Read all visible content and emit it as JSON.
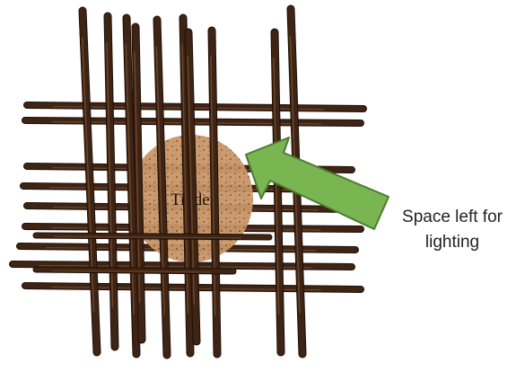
{
  "figure": {
    "center_label": "Tinder",
    "callout_line1": "Space left for",
    "callout_line2": "lighting"
  },
  "colors": {
    "stick": "#3e2414",
    "stick_highlight": "#6b4428",
    "stick_outline": "#1e0f07",
    "tinder": "#c9976a",
    "tinder_speckle": "#8a5a36",
    "arrow_fill": "#79b652",
    "arrow_stroke": "#4d7b33",
    "text": "#222222"
  }
}
